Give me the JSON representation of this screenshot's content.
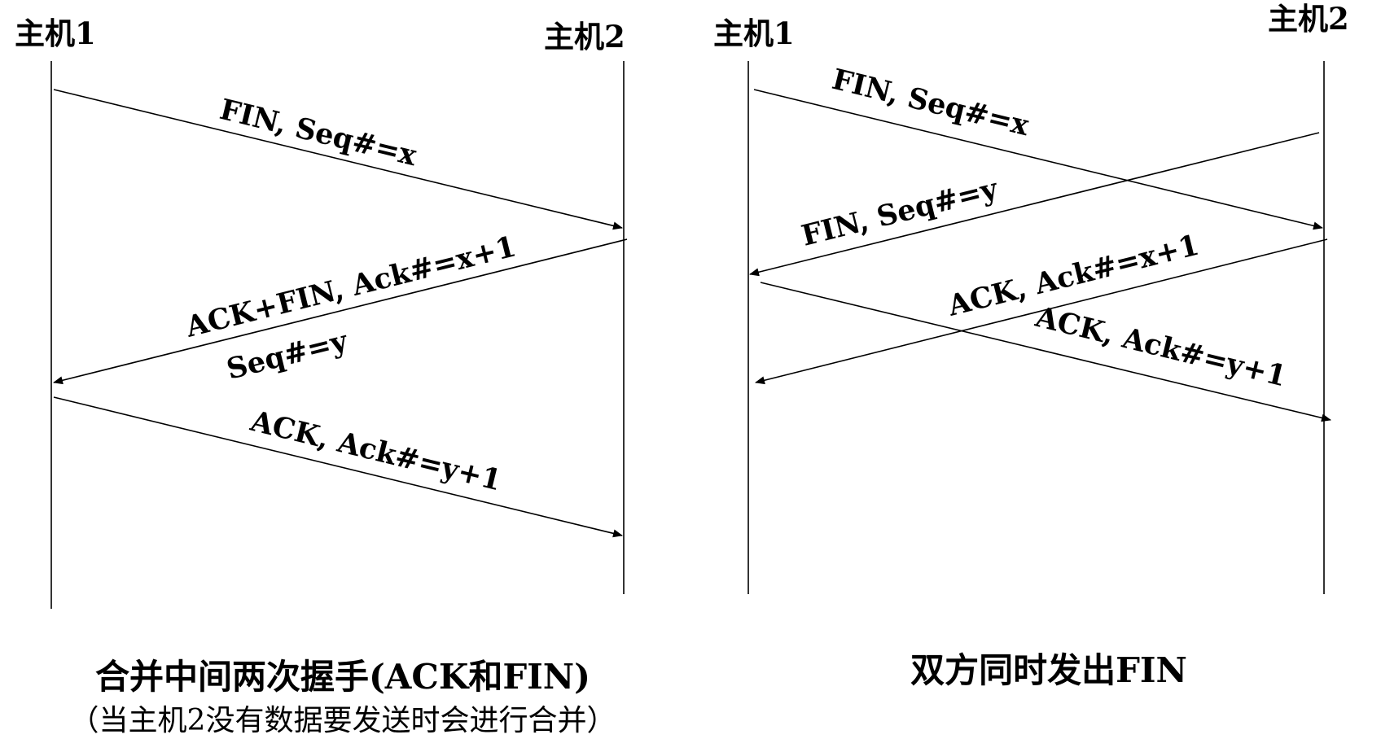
{
  "left_diagram": {
    "host1": "主机1",
    "host2": "主机2",
    "messages": [
      {
        "lines": [
          "FIN, Seq#=x"
        ]
      },
      {
        "lines": [
          "ACK+FIN, Ack#=x+1",
          "Seq#=y"
        ]
      },
      {
        "lines": [
          "ACK, Ack#=y+1"
        ]
      }
    ],
    "caption": "合并中间两次握手(ACK和FIN)",
    "subcaption": "（当主机2没有数据要发送时会进行合并）"
  },
  "right_diagram": {
    "host1": "主机1",
    "host2": "主机2",
    "messages": [
      {
        "lines": [
          "FIN, Seq#=x"
        ]
      },
      {
        "lines": [
          "FIN, Seq#=y"
        ]
      },
      {
        "lines": [
          "ACK, Ack#=x+1"
        ]
      },
      {
        "lines": [
          "ACK, Ack#=y+1"
        ]
      }
    ],
    "caption": "双方同时发出FIN"
  }
}
